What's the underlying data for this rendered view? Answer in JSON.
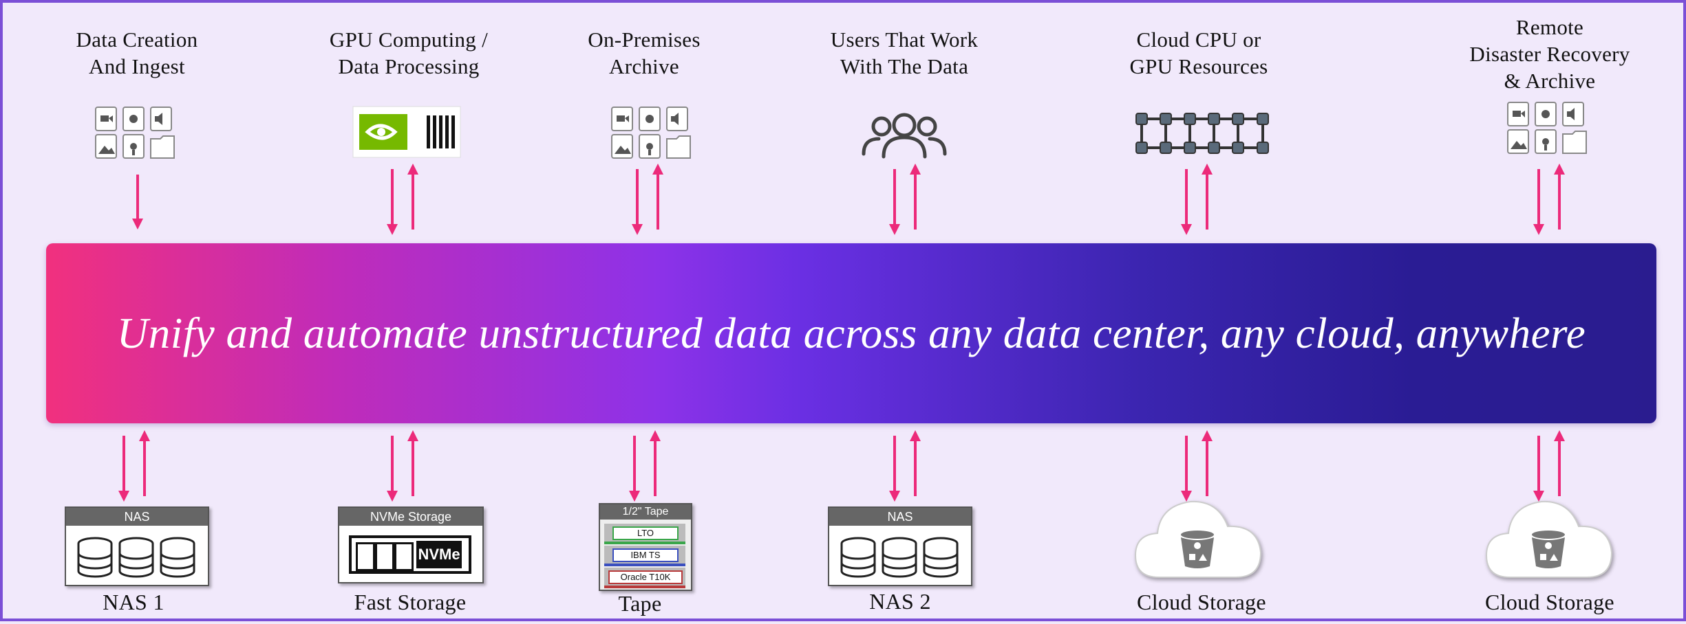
{
  "banner": {
    "text": "Unify and automate unstructured data across any data center, any cloud, anywhere"
  },
  "top_items": [
    {
      "label": "Data Creation\nAnd Ingest",
      "icon": "media-files-icon"
    },
    {
      "label": "GPU Computing /\nData Processing",
      "icon": "nvidia-gpu-icon"
    },
    {
      "label": "On-Premises\nArchive",
      "icon": "media-files-icon"
    },
    {
      "label": "Users That Work\nWith The Data",
      "icon": "users-icon"
    },
    {
      "label": "Cloud CPU or\nGPU Resources",
      "icon": "compute-nodes-icon"
    },
    {
      "label": "Remote\nDisaster Recovery\n& Archive",
      "icon": "media-files-icon"
    }
  ],
  "bottom_items": [
    {
      "label": "NAS 1",
      "device_label": "NAS",
      "icon": "nas-icon"
    },
    {
      "label": "Fast Storage",
      "device_label": "NVMe Storage",
      "chip_label": "NVMe",
      "icon": "nvme-icon"
    },
    {
      "label": "Tape",
      "device_label": "1/2\" Tape",
      "tapes": [
        "LTO",
        "IBM TS",
        "Oracle T10K"
      ],
      "icon": "tape-library-icon"
    },
    {
      "label": "NAS 2",
      "device_label": "NAS",
      "icon": "nas-icon"
    },
    {
      "label": "Cloud Storage",
      "icon": "cloud-bucket-icon"
    },
    {
      "label": "Cloud Storage",
      "icon": "cloud-bucket-icon"
    }
  ],
  "colors": {
    "arrow": "#ec2a7a",
    "border": "#7b4fd6",
    "background": "#f1e9fb"
  }
}
